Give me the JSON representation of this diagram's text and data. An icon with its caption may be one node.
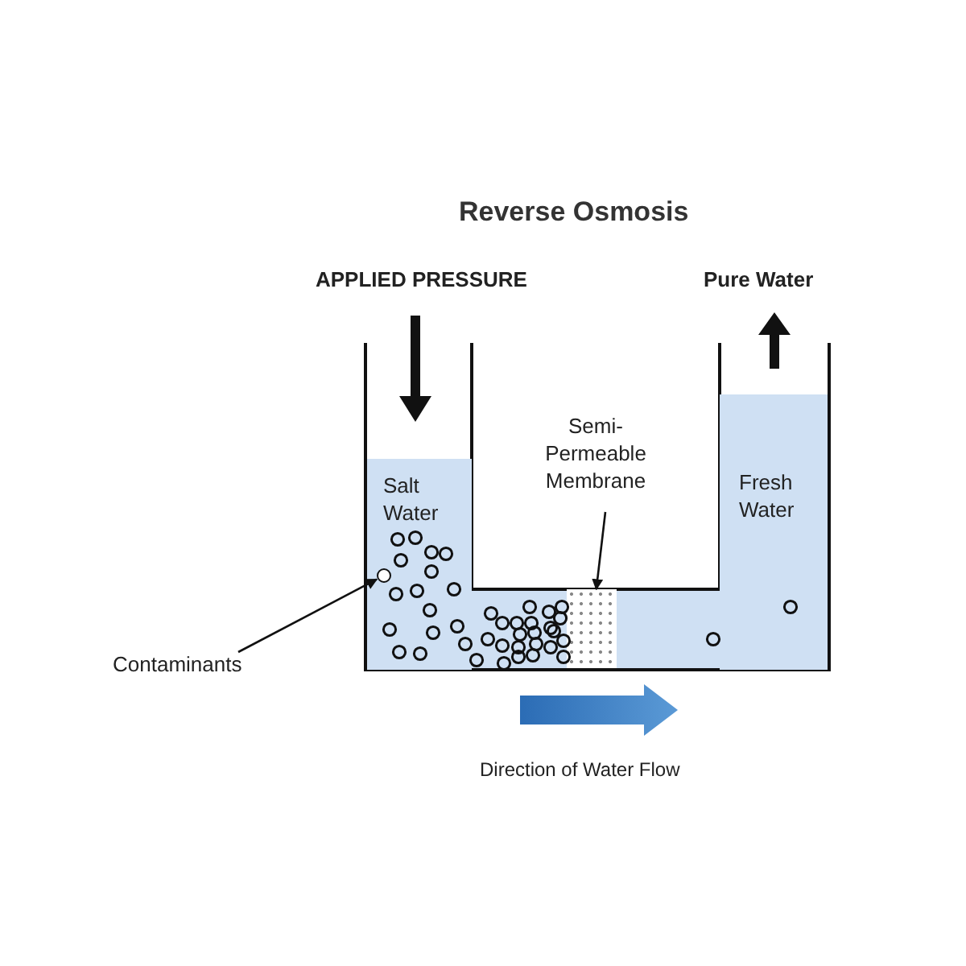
{
  "diagram": {
    "title": "Reverse Osmosis",
    "nodes": [
      {
        "text": [
          "Salt Water"
        ]
      },
      {
        "text": [
          "Fresh Water"
        ]
      },
      {
        "text": [
          "Semi-Permeable Membrane"
        ]
      },
      {
        "text": [],
        "shape": "box"
      },
      {
        "text": [
          "Contaminants"
        ]
      },
      {
        "text": [],
        "shape": "circle",
        "in": 0
      }
    ],
    "edges": [
      {
        "from": 2,
        "to": 3,
        "arrow": "to"
      },
      {
        "from": 4,
        "to": 5,
        "arrow": "to"
      }
    ],
    "labels": [
      "APPLIED PRESSURE",
      "Pure Water",
      "Direction of Water Flow"
    ]
  }
}
